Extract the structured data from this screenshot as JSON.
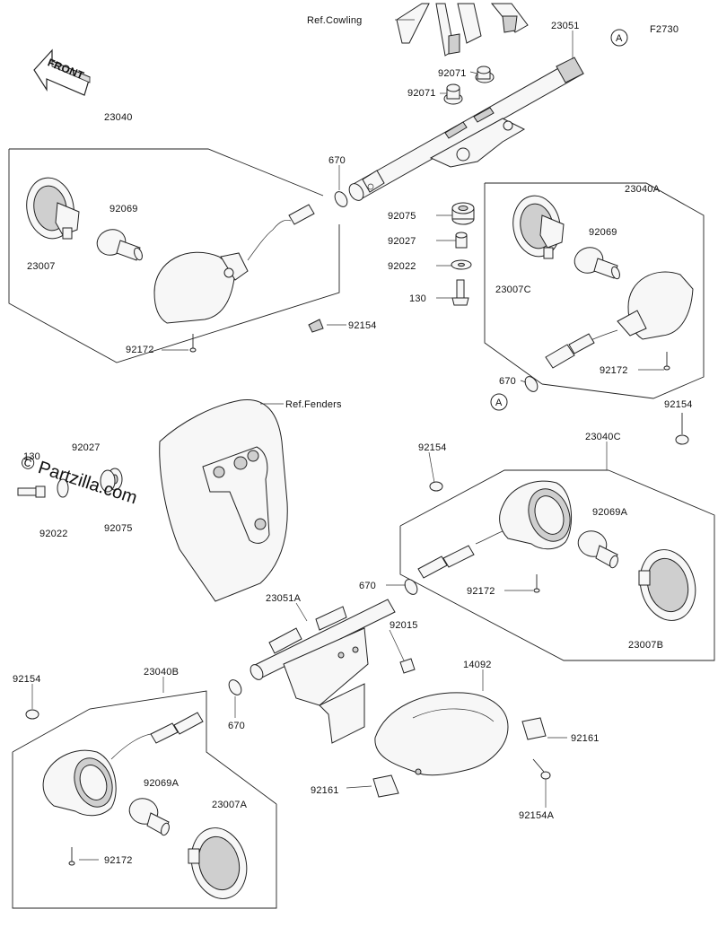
{
  "diagram_code": "F2730",
  "watermark": "© Partzilla.com",
  "front_label": "FRONT",
  "refs": {
    "cowling": "Ref.Cowling",
    "fenders": "Ref.Fenders"
  },
  "callout_a": "A",
  "labels": {
    "l23051": "23051",
    "l23040": "23040",
    "l92071a": "92071",
    "l92071b": "92071",
    "l670a": "670",
    "l92069a": "92069",
    "l23007": "23007",
    "l92075a": "92075",
    "l92027a": "92027",
    "l92022a": "92022",
    "l130a": "130",
    "l92154a": "92154",
    "l92172a": "92172",
    "l23040A": "23040A",
    "l23007C": "23007C",
    "l92069b": "92069",
    "l670b": "670",
    "l92172b": "92172",
    "l92154b": "92154",
    "l130b": "130",
    "l92027b": "92027",
    "l92022b": "92022",
    "l92075b": "92075",
    "l92154c": "92154",
    "l23040C": "23040C",
    "l92069A": "92069A",
    "l670c": "670",
    "l92172c": "92172",
    "l23007B": "23007B",
    "l23051A": "23051A",
    "l92015": "92015",
    "l14092": "14092",
    "l92154d": "92154",
    "l23040B": "23040B",
    "l670d": "670",
    "l92161a": "92161",
    "l92161b": "92161",
    "l92154A": "92154A",
    "l92069Ab": "92069A",
    "l23007A": "23007A",
    "l92172d": "92172"
  }
}
